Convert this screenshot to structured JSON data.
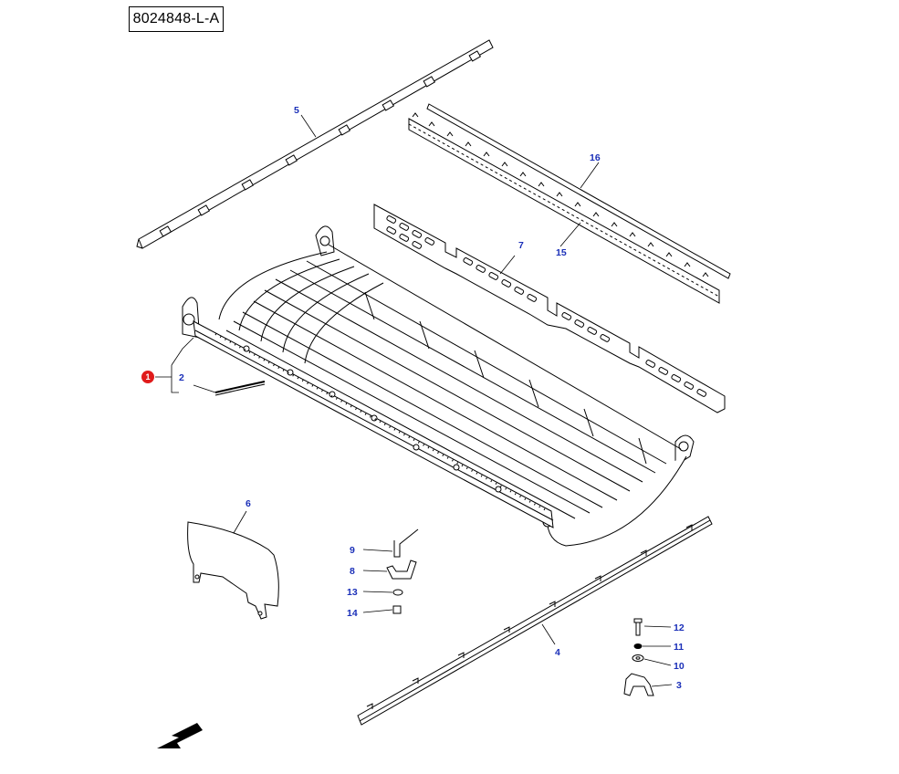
{
  "diagram": {
    "reference_code": "8024848-L-A",
    "main_item_badge": "1",
    "callouts": [
      {
        "id": "2",
        "label": "2"
      },
      {
        "id": "3",
        "label": "3"
      },
      {
        "id": "4",
        "label": "4"
      },
      {
        "id": "5",
        "label": "5"
      },
      {
        "id": "6",
        "label": "6"
      },
      {
        "id": "7",
        "label": "7"
      },
      {
        "id": "8",
        "label": "8"
      },
      {
        "id": "9",
        "label": "9"
      },
      {
        "id": "10",
        "label": "10"
      },
      {
        "id": "11",
        "label": "11"
      },
      {
        "id": "12",
        "label": "12"
      },
      {
        "id": "13",
        "label": "13"
      },
      {
        "id": "14",
        "label": "14"
      },
      {
        "id": "15",
        "label": "15"
      },
      {
        "id": "16",
        "label": "16"
      }
    ],
    "colors": {
      "callout_text": "#1a2fb8",
      "badge_fill": "#e01b1b",
      "line": "#000000"
    },
    "icons": {
      "orientation_arrow": "arrow-down-left-icon"
    }
  }
}
